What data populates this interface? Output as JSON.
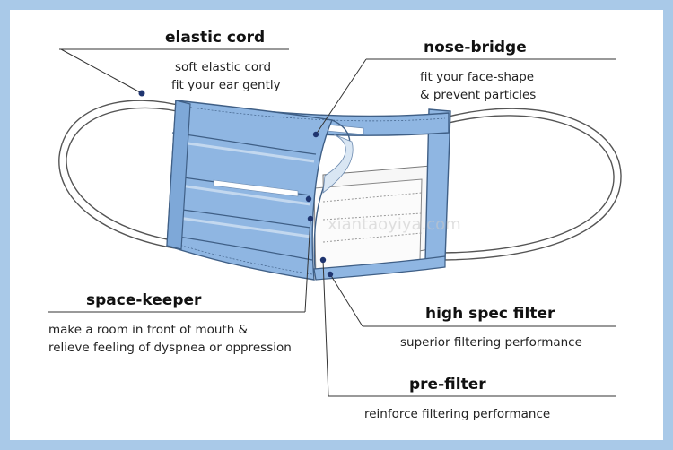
{
  "labels": {
    "elastic_cord": {
      "title": "elastic cord",
      "line1": "soft elastic cord",
      "line2": "fit your ear gently"
    },
    "nose_bridge": {
      "title": "nose-bridge",
      "line1": "fit your face-shape",
      "line2": "& prevent particles"
    },
    "space_keeper": {
      "title": "space-keeper",
      "line1": "make a room in front of mouth &",
      "line2": "relieve feeling of dyspnea or oppression"
    },
    "high_spec_filter": {
      "title": "high spec filter",
      "line1": "superior filtering performance"
    },
    "pre_filter": {
      "title": "pre-filter",
      "line1": "reinforce filtering performance"
    }
  },
  "watermark": "xiantaoyiya.com",
  "colors": {
    "border": "#a9c9e8",
    "mask_blue": "#8fb6e2",
    "mask_blue_light": "#b9d3ef",
    "mask_edge": "#3f5f86",
    "filter_white": "#f5f5f5",
    "dot": "#1f3570"
  }
}
